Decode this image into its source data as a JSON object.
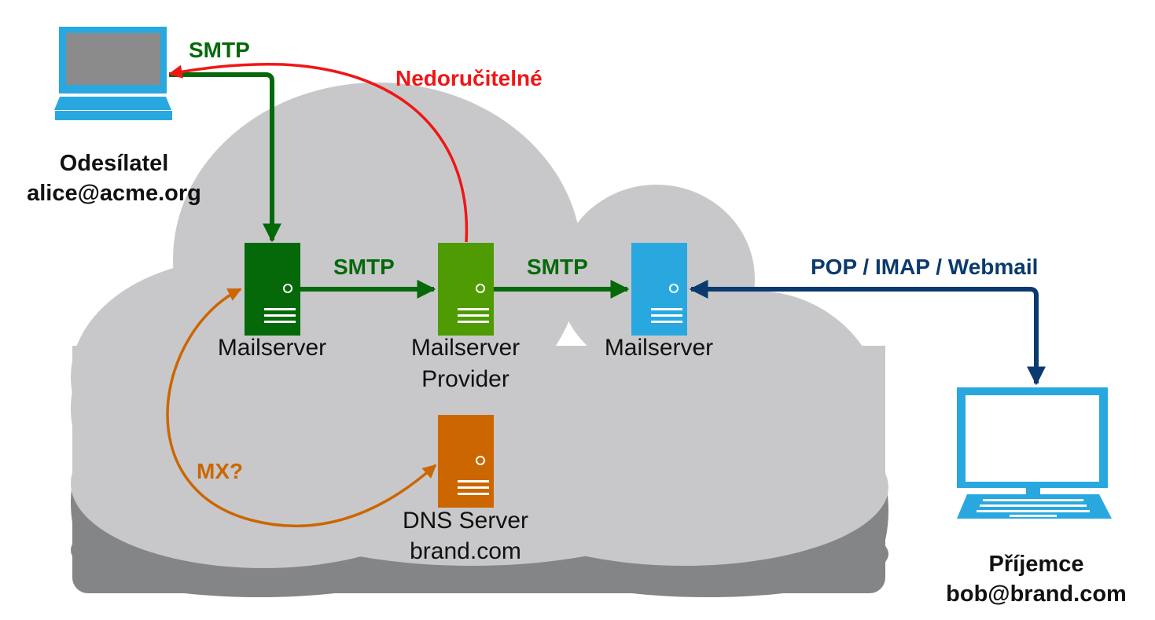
{
  "sender": {
    "name": "Odesílatel",
    "email": "alice@acme.org"
  },
  "recipient": {
    "name": "Příjemce",
    "email": "bob@brand.com"
  },
  "servers": {
    "sender_mailserver": "Mailserver",
    "provider_line1": "Mailserver",
    "provider_line2": "Provider",
    "recipient_mailserver": "Mailserver",
    "dns_line1": "DNS Server",
    "dns_line2": "brand.com"
  },
  "connections": {
    "smtp_client": "SMTP",
    "smtp_relay1": "SMTP",
    "smtp_relay2": "SMTP",
    "bounce": "Nedoručitelné",
    "access": "POP / IMAP / Webmail",
    "mx_query": "MX?"
  },
  "colors": {
    "cloud": "#c8c8ca",
    "cloud_shadow": "#848586",
    "smtp_green": "#05690a",
    "provider_green": "#4e9b03",
    "recipient_blue": "#29a8e0",
    "access_navy": "#0b3a6e",
    "bounce_red": "#f01616",
    "dns_orange": "#cc6600"
  }
}
